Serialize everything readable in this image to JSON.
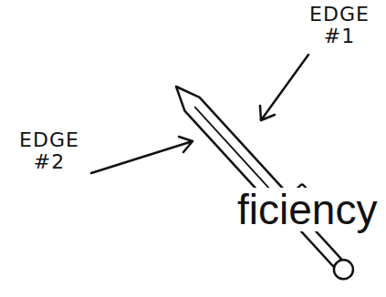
{
  "diagram": {
    "labels": [
      "EDGE #1",
      "EDGE #2",
      "ficiency"
    ]
  }
}
